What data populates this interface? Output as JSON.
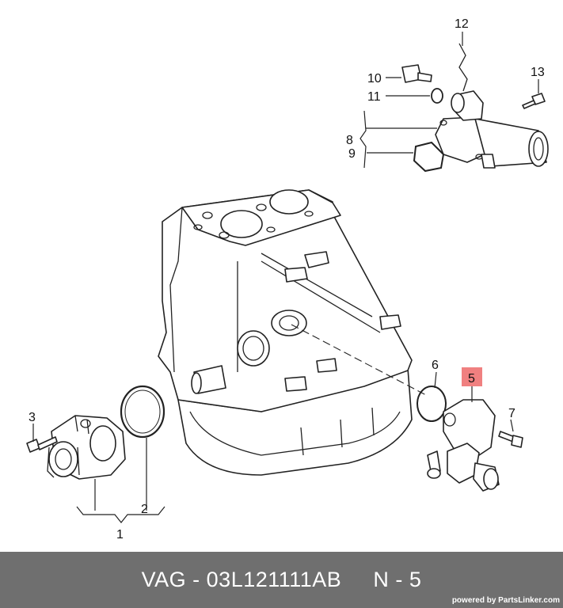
{
  "callouts": {
    "c1": "1",
    "c2": "2",
    "c3": "3",
    "c5": "5",
    "c6": "6",
    "c7": "7",
    "c8": "8",
    "c9": "9",
    "c10": "10",
    "c11": "11",
    "c12": "12",
    "c13": "13"
  },
  "highlight_color": "#f08080",
  "footer": {
    "part_line": "VAG - 03L121111AB     N - 5",
    "credit": "powered by PartsLinker.com",
    "background": "#6f6f6f"
  }
}
